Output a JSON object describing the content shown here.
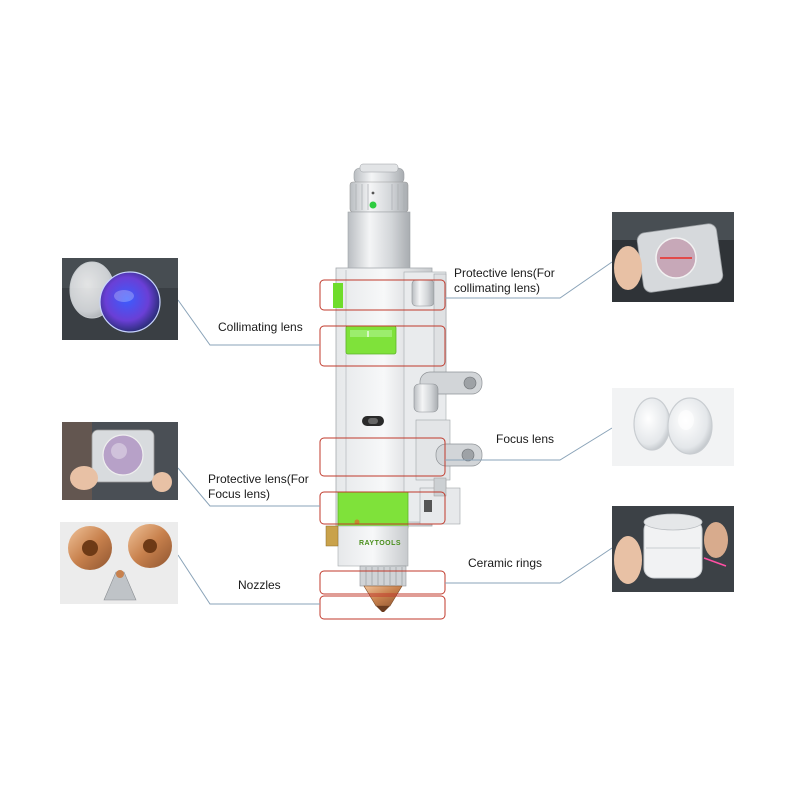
{
  "labels": {
    "collimating_lens": "Collimating lens",
    "protective_lens_collimating": [
      "Protective lens(For",
      "collimating lens)"
    ],
    "focus_lens": "Focus lens",
    "protective_lens_focus": [
      "Protective lens(For",
      "Focus lens)"
    ],
    "ceramic_rings": "Ceramic rings",
    "nozzles": "Nozzles"
  },
  "brand": "RAYTOOLS",
  "colors": {
    "callout_box": "#c0392b",
    "leader_line": "#8aa3b8",
    "accent_green": "#6fdc2b",
    "body_silver": "#d9dcdf"
  }
}
